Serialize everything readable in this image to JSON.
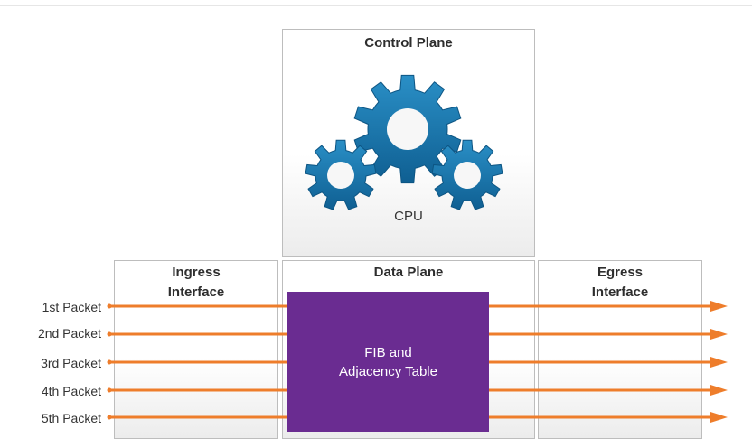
{
  "control_plane": {
    "title": "Control Plane",
    "cpu_label": "CPU"
  },
  "ingress": {
    "title_line1": "Ingress",
    "title_line2": "Interface"
  },
  "data_plane": {
    "title": "Data Plane",
    "fib_line1": "FIB and",
    "fib_line2": "Adjacency Table"
  },
  "egress": {
    "title_line1": "Egress",
    "title_line2": "Interface"
  },
  "packets": [
    "1st Packet",
    "2nd Packet",
    "3rd Packet",
    "4th Packet",
    "5th Packet"
  ],
  "colors": {
    "arrow": "#ee7d2b",
    "gear": "#1673a8",
    "fib": "#6a2c91"
  },
  "icons": {
    "gears": "gears-icon"
  }
}
